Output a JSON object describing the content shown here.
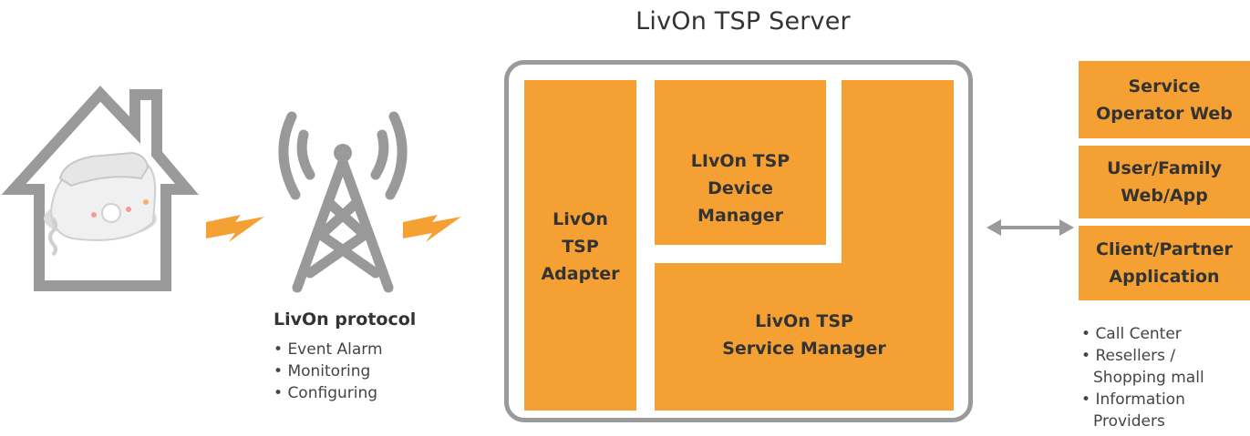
{
  "server": {
    "title": "LivOn TSP Server",
    "adapter": [
      "LivOn",
      "TSP",
      "Adapter"
    ],
    "device_manager": [
      "LIvOn TSP",
      "Device",
      "Manager"
    ],
    "service_manager": [
      "LivOn TSP",
      "Service Manager"
    ]
  },
  "protocol": {
    "title": "LivOn protocol",
    "items": [
      "Event Alarm",
      "Monitoring",
      "Configuring"
    ]
  },
  "side_boxes": [
    [
      "Service",
      "Operator Web"
    ],
    [
      "User/Family",
      "Web/App"
    ],
    [
      "Client/Partner",
      "Application"
    ]
  ],
  "side_list": [
    "Call Center",
    "Resellers /",
    "Shopping mall",
    "Information",
    "Providers"
  ],
  "icons": [
    "house-icon",
    "telephone-icon",
    "radio-tower-icon",
    "lightning-icon",
    "bidirectional-arrow-icon"
  ],
  "colors": {
    "accent": "#f5a032",
    "frame": "#9a9a9a",
    "text": "#333333"
  }
}
